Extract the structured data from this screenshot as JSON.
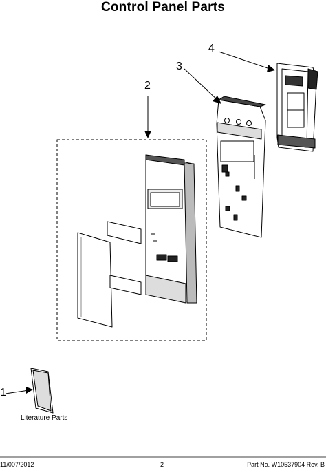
{
  "title": "Control Panel Parts",
  "callouts": [
    "1",
    "2",
    "3",
    "4"
  ],
  "literature_label": "Literature Parts",
  "footer": {
    "date": "11/007/2012",
    "page": "2",
    "part_no": "Part No.  W10537904  Rev. B"
  }
}
